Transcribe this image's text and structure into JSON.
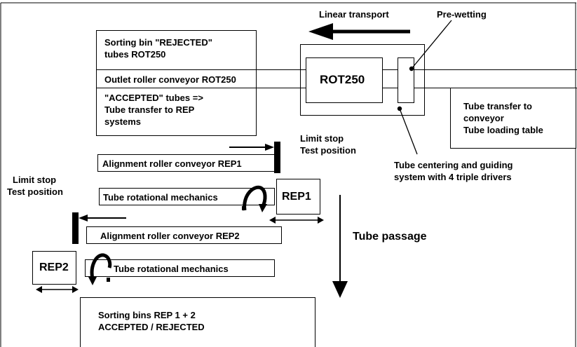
{
  "labels": {
    "linear_transport": "Linear transport",
    "pre_wetting": "Pre-wetting",
    "sorting_bin_rejected_line1": "Sorting bin \"REJECTED\"",
    "sorting_bin_rejected_line2": "tubes  ROT250",
    "outlet_conveyor": "Outlet roller conveyor ROT250",
    "accepted_line1": "\"ACCEPTED\" tubes =>",
    "accepted_line2": "Tube transfer to REP",
    "accepted_line3": "systems",
    "rot250": "ROT250",
    "tube_transfer_line1": "Tube transfer to",
    "tube_transfer_line2": "conveyor",
    "tube_transfer_line3": "Tube loading table",
    "limit_stop_1_line1": "Limit stop",
    "limit_stop_1_line2": "Test position",
    "centering_line1": "Tube centering and guiding",
    "centering_line2": "system with 4 triple drivers",
    "alignment_rep1": "Alignment roller conveyor REP1",
    "limit_stop_2_line1": "Limit stop",
    "limit_stop_2_line2": "Test position",
    "rotational_1": "Tube rotational mechanics",
    "rep1": "REP1",
    "alignment_rep2": "Alignment roller conveyor REP2",
    "tube_passage": "Tube passage",
    "rep2": "REP2",
    "rotational_2": "Tube rotational mechanics",
    "sorting_bins_line1": "Sorting bins REP 1 + 2",
    "sorting_bins_line2": "ACCEPTED / REJECTED"
  }
}
